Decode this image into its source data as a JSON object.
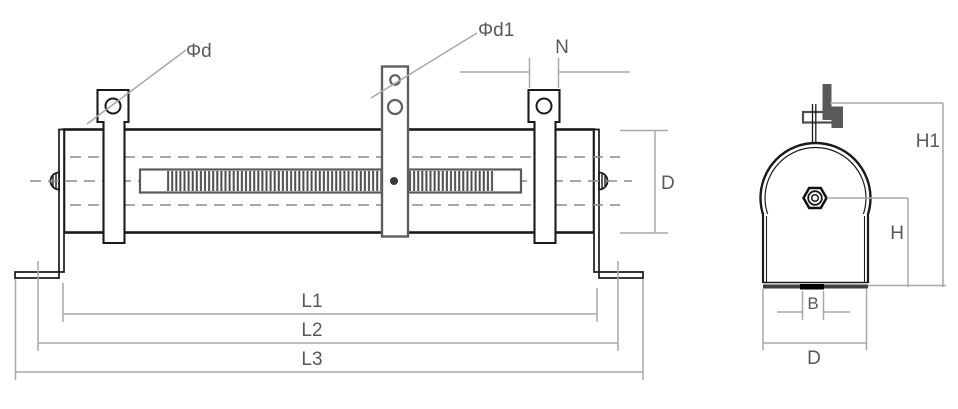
{
  "drawing": {
    "description_visible_text_only": true,
    "side_view": {
      "dim_labels": {
        "phi_d": "Φd",
        "phi_d1": "Φd1",
        "n": "N",
        "diameter": "D",
        "l1": "L1",
        "l2": "L2",
        "l3": "L3"
      }
    },
    "end_view": {
      "dim_labels": {
        "h1": "H1",
        "h": "H",
        "b": "B",
        "diameter": "D"
      }
    },
    "colors": {
      "outline": "#1a1a1a",
      "dimension_lines": "#a8a8a8",
      "centerline": "#8a8a8a",
      "label_text": "#595959",
      "band_stroke": "#5a5a5a",
      "winding_hatch": "#4d4d4d",
      "hardware_fill": "#595959",
      "slot_black": "#000000",
      "background": "#ffffff"
    }
  }
}
